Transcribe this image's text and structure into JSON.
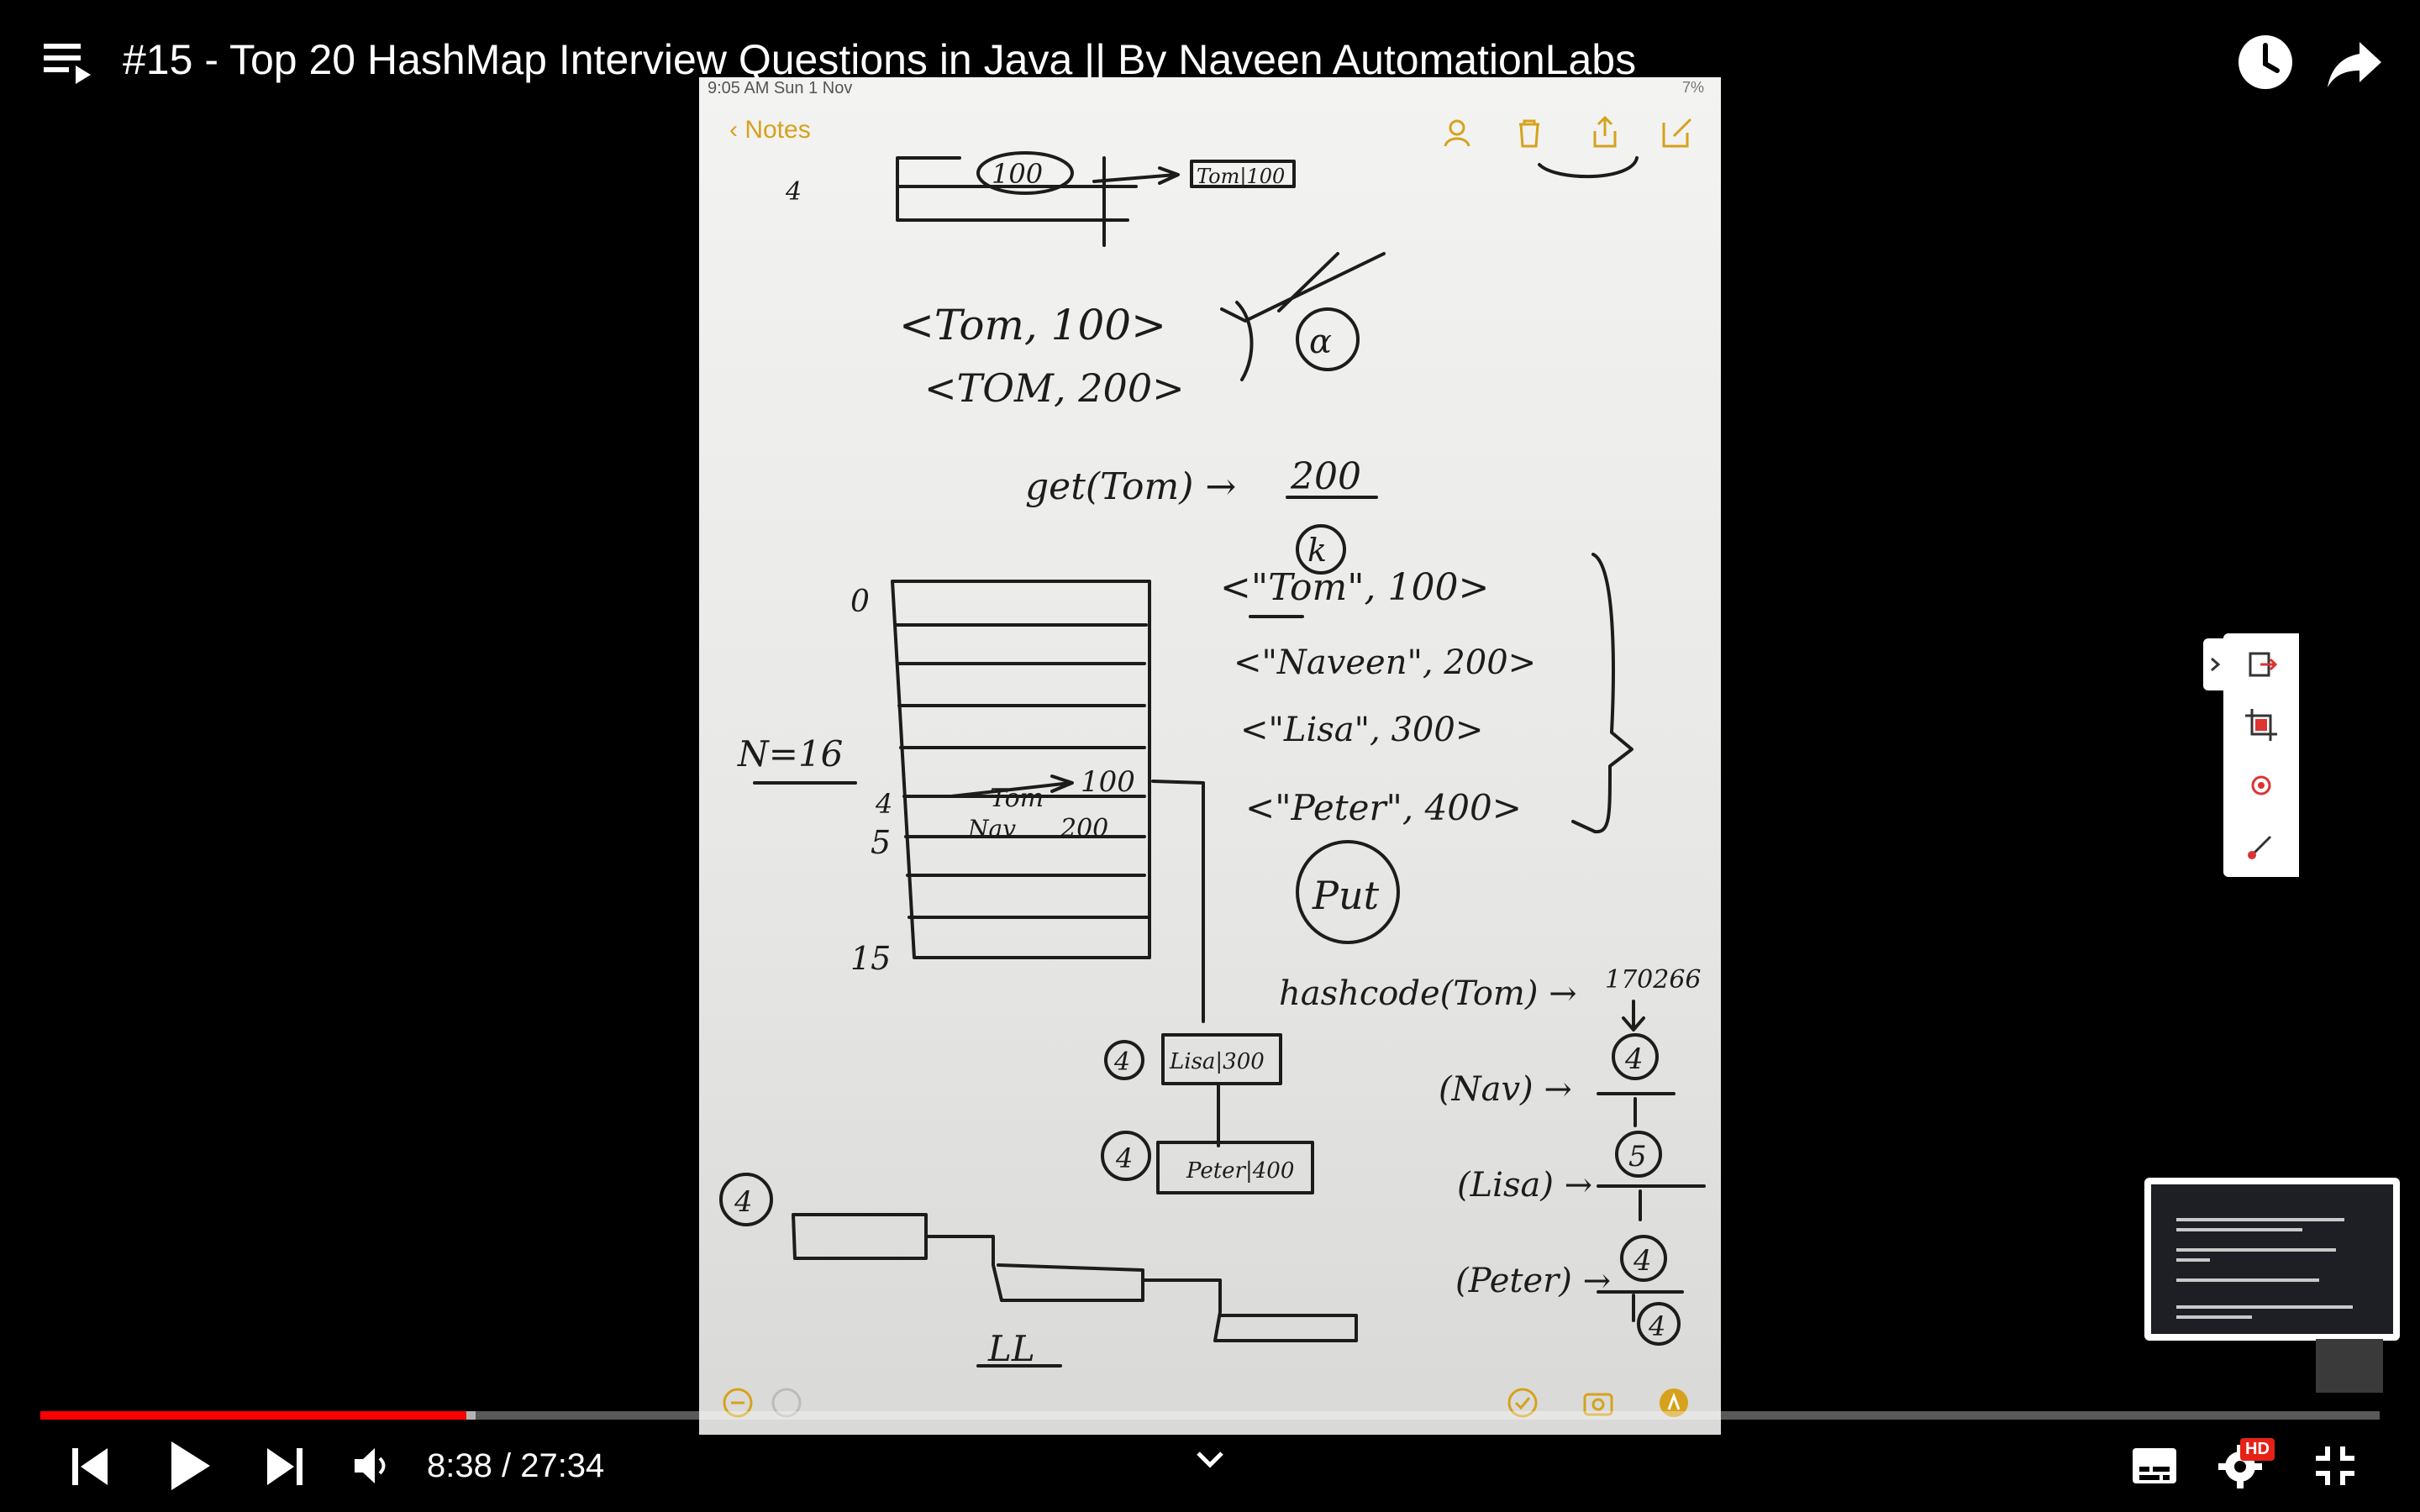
{
  "player": {
    "title": "#15 - Top 20 HashMap Interview Questions in Java || By Naveen AutomationLabs",
    "current_time": "8:38",
    "separator": " / ",
    "duration": "27:34",
    "progress_played": 0.182,
    "progress_buffered": 0.186,
    "hd_label": "HD",
    "accent_color": "#ff0000"
  },
  "icons": {
    "playlist": "playlist-icon",
    "watch_later": "clock-icon",
    "share": "share-icon",
    "prev": "skip-previous-icon",
    "play": "play-icon",
    "next": "skip-next-icon",
    "volume": "volume-icon",
    "chevron": "chevron-down-icon",
    "subtitles": "subtitles-icon",
    "settings": "gear-icon",
    "fullscreen": "exit-fullscreen-icon"
  },
  "notes_app": {
    "status_time": "9:05 AM  Sun 1 Nov",
    "battery": "7%",
    "back_label": "Notes",
    "accent_color": "#d6a21c"
  },
  "handwriting": {
    "entry1": "<Tom, 100>",
    "entry2": "<TOM, 200>",
    "get_call": "get(Tom) →",
    "get_result": "200",
    "circled_k": "k",
    "put_label": "Put",
    "n_label": "N=16",
    "row0": "0",
    "row4": "4",
    "row5": "5",
    "row15": "15",
    "top_row": "4",
    "top_value": "100",
    "top_node": "Tom|100",
    "pair1": "<\"Tom\", 100>",
    "pair2": "<\"Naveen\", 200>",
    "pair3": "<\"Lisa\", 300>",
    "pair4": "<\"Peter\", 400>",
    "bucket4_tom": "Tom",
    "bucket4_val": "100",
    "bucket5_nav": "Nav",
    "bucket5_val": "200",
    "hash_line": "hashcode(Tom) →",
    "hash_value": "170266",
    "hash_nav": "(Nav) →",
    "hash_lisa": "(Lisa) →",
    "hash_peter": "(Peter) →",
    "hash_idx1": "4",
    "hash_idx2": "5",
    "hash_idx3": "4",
    "hash_idx4": "4",
    "node1_idx": "4",
    "node1_text": "Lisa|300",
    "node2_idx": "4",
    "node2_text": "Peter|400",
    "ll_idx": "4",
    "ll_label": "LL"
  }
}
